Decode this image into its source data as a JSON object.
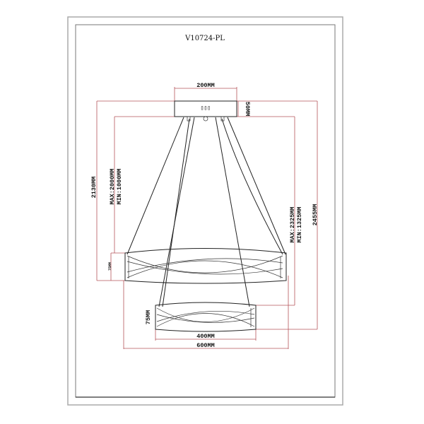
{
  "title": "V10724-PL",
  "dimensions": {
    "canopy_width": "200MM",
    "canopy_height": "50MM",
    "total_height": "2130MM",
    "cable_upper_max": "MAX:2000MM",
    "cable_upper_min": "MIN:1000MM",
    "upper_ring_height": "75MM",
    "cable_lower_max": "MAX:2325MM",
    "cable_lower_min": "MIN:1325MM",
    "total_height_lower": "2455MM",
    "lower_ring_height": "75MM",
    "lower_ring_width": "400MM",
    "upper_ring_width": "600MM"
  },
  "colors": {
    "dimension_line": "#b5555a",
    "drawing": "#222222",
    "frame": "#999999"
  }
}
